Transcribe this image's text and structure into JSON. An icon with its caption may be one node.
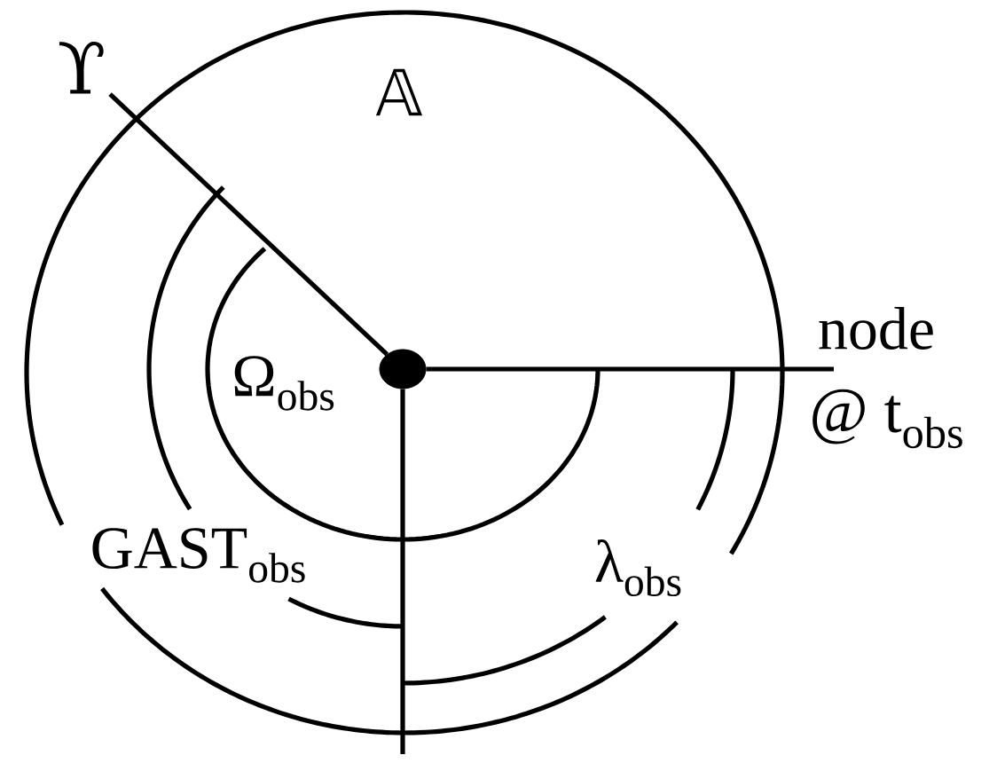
{
  "diagram": {
    "nodes": [
      {
        "text": [],
        "shape": "circle"
      },
      {
        "text": [
          "ϒ"
        ]
      }
    ],
    "edges": [
      {
        "from": 0,
        "to": 1,
        "arrow": "none"
      },
      {
        "from": 0,
        "to": null,
        "arrow": "none"
      },
      {
        "from": 0,
        "to": null,
        "arrow": "none"
      }
    ],
    "labels": [
      "𝔸",
      "node",
      "@ t$_{obs}$",
      "Ω$_{obs}$",
      "GAST$_{obs}$",
      "λ$_{obs}$"
    ]
  }
}
